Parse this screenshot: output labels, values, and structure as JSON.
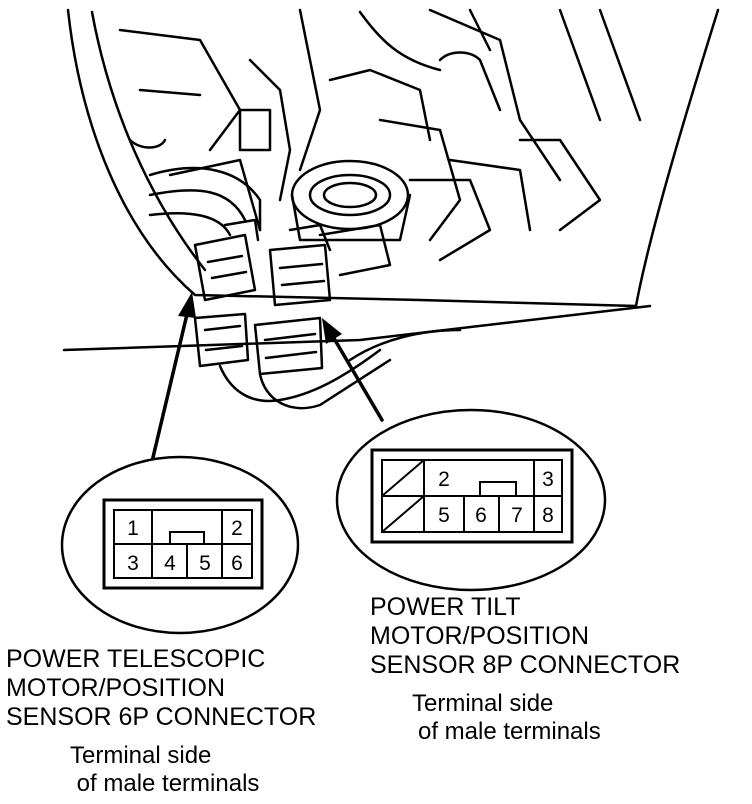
{
  "connector_6p": {
    "pins": [
      "1",
      "2",
      "3",
      "4",
      "5",
      "6"
    ],
    "title_lines": [
      "POWER TELESCOPIC",
      "MOTOR/POSITION",
      "SENSOR 6P CONNECTOR"
    ],
    "subtitle_lines": [
      "Terminal side",
      " of male terminals"
    ]
  },
  "connector_8p": {
    "pins": [
      "2",
      "3",
      "5",
      "6",
      "7",
      "8"
    ],
    "title_lines": [
      "POWER TILT",
      "MOTOR/POSITION",
      "SENSOR 8P CONNECTOR"
    ],
    "subtitle_lines": [
      "Terminal side",
      "of male terminals"
    ]
  }
}
